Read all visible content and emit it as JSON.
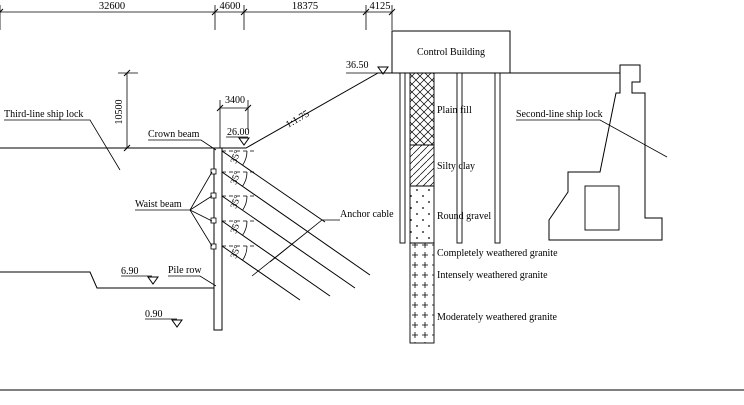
{
  "dimensions": {
    "top": [
      "32600",
      "4600",
      "18375",
      "4125"
    ],
    "crown_width": "3400",
    "slope_height": "10500",
    "slope_ratio": "1:1.75"
  },
  "elevations": {
    "top_slope": "36.50",
    "crown_beam": "26.00",
    "pile_toe_ground": "6.90",
    "base": "0.90"
  },
  "labels": {
    "control_building": "Control Building",
    "third_line_lock": "Third-line ship lock",
    "second_line_lock": "Second-line ship lock",
    "crown_beam": "Crown beam",
    "waist_beam": "Waist beam",
    "anchor_cable": "Anchor cable",
    "pile_row": "Pile row",
    "anchor_angle": "35°"
  },
  "strata": [
    "Plain fill",
    "Silty clay",
    "Round gravel",
    "Completely weathered granite",
    "Intensely weathered granite",
    "Moderately weathered granite"
  ]
}
